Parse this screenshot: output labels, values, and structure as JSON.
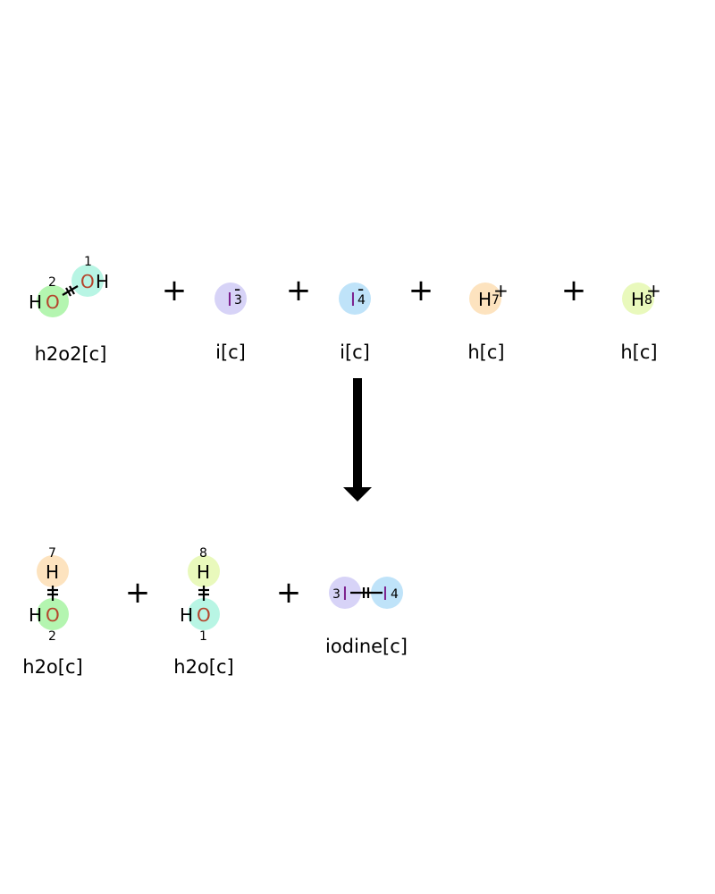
{
  "reaction": {
    "reactants": [
      {
        "name": "h2o2[c]",
        "atoms": [
          {
            "label": "O",
            "h": "H",
            "num": "1",
            "color": "#b8f5e4"
          },
          {
            "label": "O",
            "h": "H",
            "num": "2",
            "color": "#b4f5b0"
          }
        ]
      },
      {
        "name": "i[c]",
        "atoms": [
          {
            "label": "I",
            "num": "3",
            "charge": "-",
            "color": "#d7d3f7"
          }
        ]
      },
      {
        "name": "i[c]",
        "atoms": [
          {
            "label": "I",
            "num": "4",
            "charge": "-",
            "color": "#bfe3f9"
          }
        ]
      },
      {
        "name": "h[c]",
        "atoms": [
          {
            "label": "H",
            "num": "7",
            "charge": "+",
            "color": "#fde3bf"
          }
        ]
      },
      {
        "name": "h[c]",
        "atoms": [
          {
            "label": "H",
            "num": "8",
            "charge": "+",
            "color": "#e9f9bc"
          }
        ]
      }
    ],
    "products": [
      {
        "name": "h2o[c]",
        "atoms": [
          {
            "label": "H",
            "num": "7",
            "color": "#fde3bf"
          },
          {
            "label": "O",
            "h": "H",
            "num": "2",
            "color": "#b4f5b0"
          }
        ]
      },
      {
        "name": "h2o[c]",
        "atoms": [
          {
            "label": "H",
            "num": "8",
            "color": "#e9f9bc"
          },
          {
            "label": "O",
            "h": "H",
            "num": "1",
            "color": "#b8f5e4"
          }
        ]
      },
      {
        "name": "iodine[c]",
        "atoms": [
          {
            "label": "I",
            "num": "3",
            "color": "#d7d3f7"
          },
          {
            "label": "I",
            "num": "4",
            "color": "#bfe3f9"
          }
        ]
      }
    ],
    "plus_sign": "+",
    "arrow_direction": "down"
  }
}
